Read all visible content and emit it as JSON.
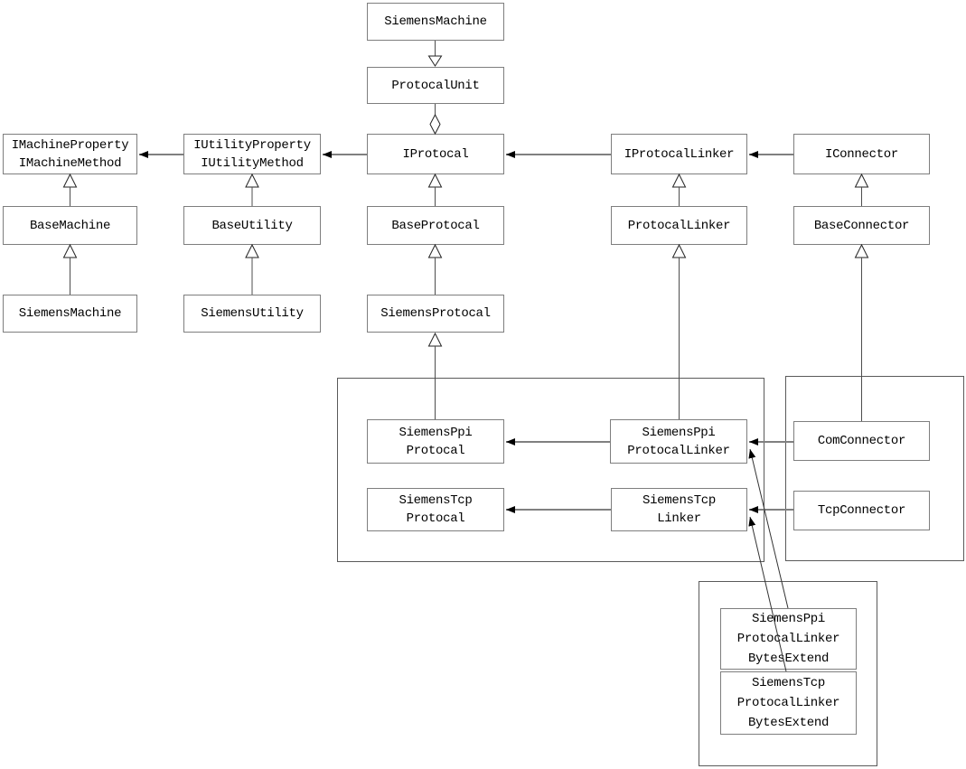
{
  "diagram": {
    "kind": "uml-class-diagram",
    "colors": {
      "background": "#ffffff",
      "box_border": "#7e7e7e",
      "container_border": "#5a5a5a",
      "dependency_line": "#808080",
      "generalization_line": "#4d4d4d",
      "arrowhead_fill": "#000000",
      "text": "#000000"
    },
    "nodes": {
      "siemens_machine_top": {
        "lines": [
          "SiemensMachine"
        ]
      },
      "protocal_unit": {
        "lines": [
          "ProtocalUnit"
        ]
      },
      "imachine": {
        "lines": [
          "IMachineProperty",
          "IMachineMethod"
        ]
      },
      "iutility": {
        "lines": [
          "IUtilityProperty",
          "IUtilityMethod"
        ]
      },
      "iprotocal": {
        "lines": [
          "IProtocal"
        ]
      },
      "iprotocal_linker": {
        "lines": [
          "IProtocalLinker"
        ]
      },
      "iconnector": {
        "lines": [
          "IConnector"
        ]
      },
      "base_machine": {
        "lines": [
          "BaseMachine"
        ]
      },
      "base_utility": {
        "lines": [
          "BaseUtility"
        ]
      },
      "base_protocal": {
        "lines": [
          "BaseProtocal"
        ]
      },
      "protocal_linker": {
        "lines": [
          "ProtocalLinker"
        ]
      },
      "base_connector": {
        "lines": [
          "BaseConnector"
        ]
      },
      "siemens_machine": {
        "lines": [
          "SiemensMachine"
        ]
      },
      "siemens_utility": {
        "lines": [
          "SiemensUtility"
        ]
      },
      "siemens_protocal": {
        "lines": [
          "SiemensProtocal"
        ]
      },
      "siemens_ppi_protocal": {
        "lines": [
          "SiemensPpi",
          "Protocal"
        ]
      },
      "siemens_ppi_protocal_linker": {
        "lines": [
          "SiemensPpi",
          "ProtocalLinker"
        ]
      },
      "siemens_tcp_protocal": {
        "lines": [
          "SiemensTcp",
          "Protocal"
        ]
      },
      "siemens_tcp_linker": {
        "lines": [
          "SiemensTcp",
          "Linker"
        ]
      },
      "com_connector": {
        "lines": [
          "ComConnector"
        ]
      },
      "tcp_connector": {
        "lines": [
          "TcpConnector"
        ]
      },
      "ppi_bytes_extend": {
        "lines": [
          "SiemensPpi",
          "ProtocalLinker",
          "BytesExtend"
        ]
      },
      "tcp_bytes_extend": {
        "lines": [
          "SiemensTcp",
          "ProtocalLinker",
          "BytesExtend"
        ]
      }
    },
    "edges": [
      {
        "from": "SiemensMachine",
        "to": "ProtocalUnit",
        "type": "generalization"
      },
      {
        "from": "ProtocalUnit",
        "to": "IProtocal",
        "type": "aggregation"
      },
      {
        "from": "IProtocal",
        "to": "IUtilityProperty/IUtilityMethod",
        "type": "dependency"
      },
      {
        "from": "IUtilityProperty/IUtilityMethod",
        "to": "IMachineProperty/IMachineMethod",
        "type": "dependency"
      },
      {
        "from": "IProtocalLinker",
        "to": "IProtocal",
        "type": "dependency"
      },
      {
        "from": "IConnector",
        "to": "IProtocalLinker",
        "type": "dependency"
      },
      {
        "from": "BaseMachine",
        "to": "IMachineProperty/IMachineMethod",
        "type": "realization"
      },
      {
        "from": "SiemensMachine",
        "to": "BaseMachine",
        "type": "realization"
      },
      {
        "from": "BaseUtility",
        "to": "IUtilityProperty/IUtilityMethod",
        "type": "realization"
      },
      {
        "from": "SiemensUtility",
        "to": "BaseUtility",
        "type": "realization"
      },
      {
        "from": "BaseProtocal",
        "to": "IProtocal",
        "type": "realization"
      },
      {
        "from": "SiemensProtocal",
        "to": "BaseProtocal",
        "type": "realization"
      },
      {
        "from": "ProtocalLinker",
        "to": "IProtocalLinker",
        "type": "realization"
      },
      {
        "from": "BaseConnector",
        "to": "IConnector",
        "type": "realization"
      },
      {
        "from": "SiemensPpiProtocal",
        "to": "SiemensProtocal",
        "type": "realization"
      },
      {
        "from": "SiemensPpiProtocalLinker",
        "to": "ProtocalLinker",
        "type": "realization"
      },
      {
        "from": "ComConnector",
        "to": "BaseConnector",
        "type": "realization"
      },
      {
        "from": "SiemensPpiProtocalLinker",
        "to": "SiemensPpiProtocal",
        "type": "dependency"
      },
      {
        "from": "SiemensTcpLinker",
        "to": "SiemensTcpProtocal",
        "type": "dependency"
      },
      {
        "from": "ComConnector",
        "to": "SiemensPpiProtocalLinker",
        "type": "dependency"
      },
      {
        "from": "TcpConnector",
        "to": "SiemensTcpLinker",
        "type": "dependency"
      },
      {
        "from": "SiemensPpiProtocalLinkerBytesExtend",
        "to": "SiemensPpiProtocalLinker",
        "type": "dependency"
      },
      {
        "from": "SiemensTcpProtocalLinkerBytesExtend",
        "to": "SiemensTcpLinker",
        "type": "dependency"
      }
    ]
  }
}
